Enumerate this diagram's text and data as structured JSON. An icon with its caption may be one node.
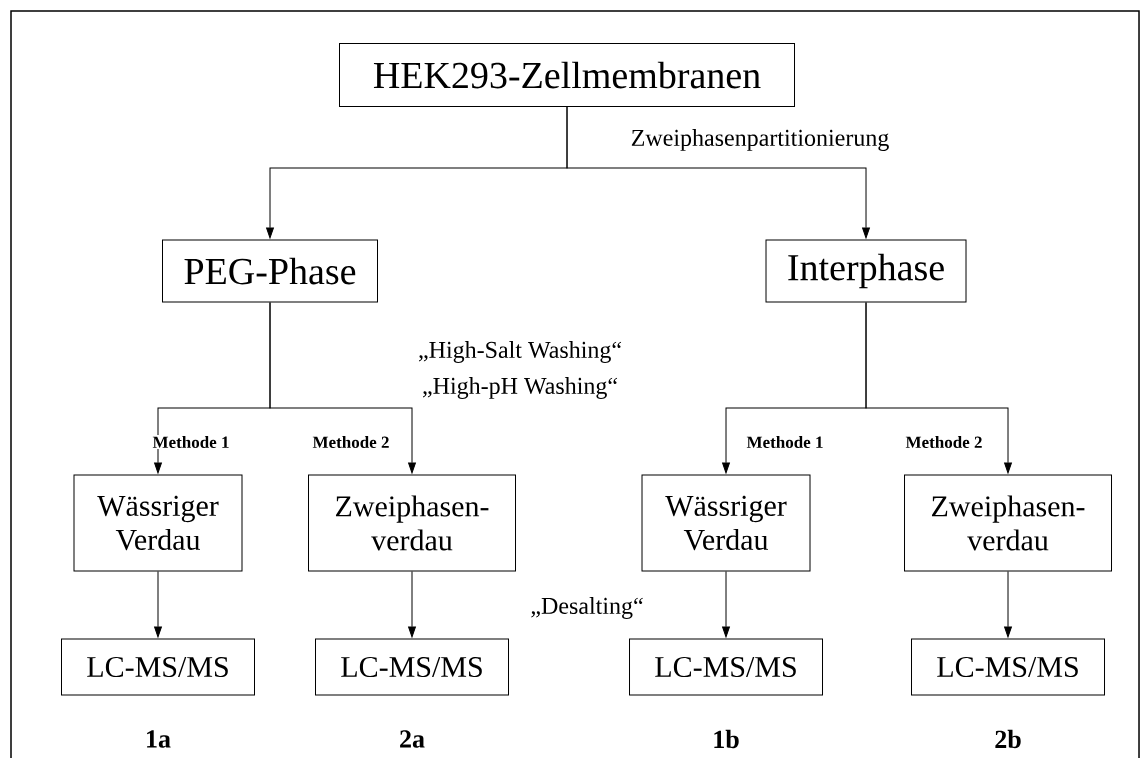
{
  "diagram": {
    "nodes": [
      {
        "text": [
          "HEK293-Zellmembranen"
        ]
      },
      {
        "text": [
          "PEG-Phase"
        ]
      },
      {
        "text": [
          "Interphase"
        ]
      },
      {
        "text": [
          "Wässriger Verdau"
        ]
      },
      {
        "text": [
          "Zweiphasen- verdau"
        ]
      },
      {
        "text": [
          "Wässriger Verdau"
        ]
      },
      {
        "text": [
          "Zweiphasen- verdau"
        ]
      },
      {
        "text": [
          "LC-MS/MS"
        ],
        "beside": [
          "1a"
        ]
      },
      {
        "text": [
          "LC-MS/MS"
        ],
        "beside": [
          "2a"
        ]
      },
      {
        "text": [
          "LC-MS/MS"
        ],
        "beside": [
          "1b"
        ]
      },
      {
        "text": [
          "LC-MS/MS"
        ],
        "beside": [
          "2b"
        ]
      }
    ],
    "edges": [
      {
        "from": 0,
        "to": 1,
        "arrow": "to"
      },
      {
        "from": 0,
        "to": 2,
        "arrow": "to",
        "label": "Zweiphasenpartitionierung"
      },
      {
        "from": 1,
        "to": 3,
        "arrow": "to",
        "label": "Methode 1"
      },
      {
        "from": 1,
        "to": 4,
        "arrow": "to",
        "label": "Methode 2"
      },
      {
        "from": 2,
        "to": 5,
        "arrow": "to",
        "label": "Methode 1"
      },
      {
        "from": 2,
        "to": 6,
        "arrow": "to",
        "label": "Methode 2"
      },
      {
        "from": 3,
        "to": 7,
        "arrow": "to"
      },
      {
        "from": 4,
        "to": 8,
        "arrow": "to"
      },
      {
        "from": 5,
        "to": 9,
        "arrow": "to"
      },
      {
        "from": 6,
        "to": 10,
        "arrow": "to"
      }
    ],
    "labels": [
      "„High-Salt Washing“",
      "„High-pH Washing“",
      "„Desalting“"
    ]
  }
}
